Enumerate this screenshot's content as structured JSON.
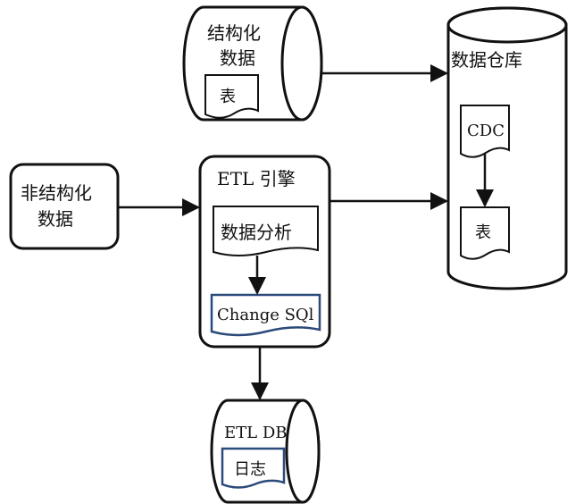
{
  "nodes": {
    "structured_data": {
      "line1": "结构化",
      "line2": "数据",
      "doc": "表"
    },
    "unstructured_data": {
      "line1": "非结构化",
      "line2": "数据"
    },
    "etl_engine": {
      "title": "ETL 引擎",
      "doc_analysis": "数据分析",
      "doc_change_sql": "Change SQl"
    },
    "warehouse": {
      "title": "数据仓库",
      "doc_cdc": "CDC",
      "doc_table": "表"
    },
    "etl_db": {
      "title": "ETL DB",
      "doc_log": "日志"
    }
  },
  "colors": {
    "stroke": "#111111",
    "accent": "#2b4a7a",
    "background": "#ffffff"
  }
}
